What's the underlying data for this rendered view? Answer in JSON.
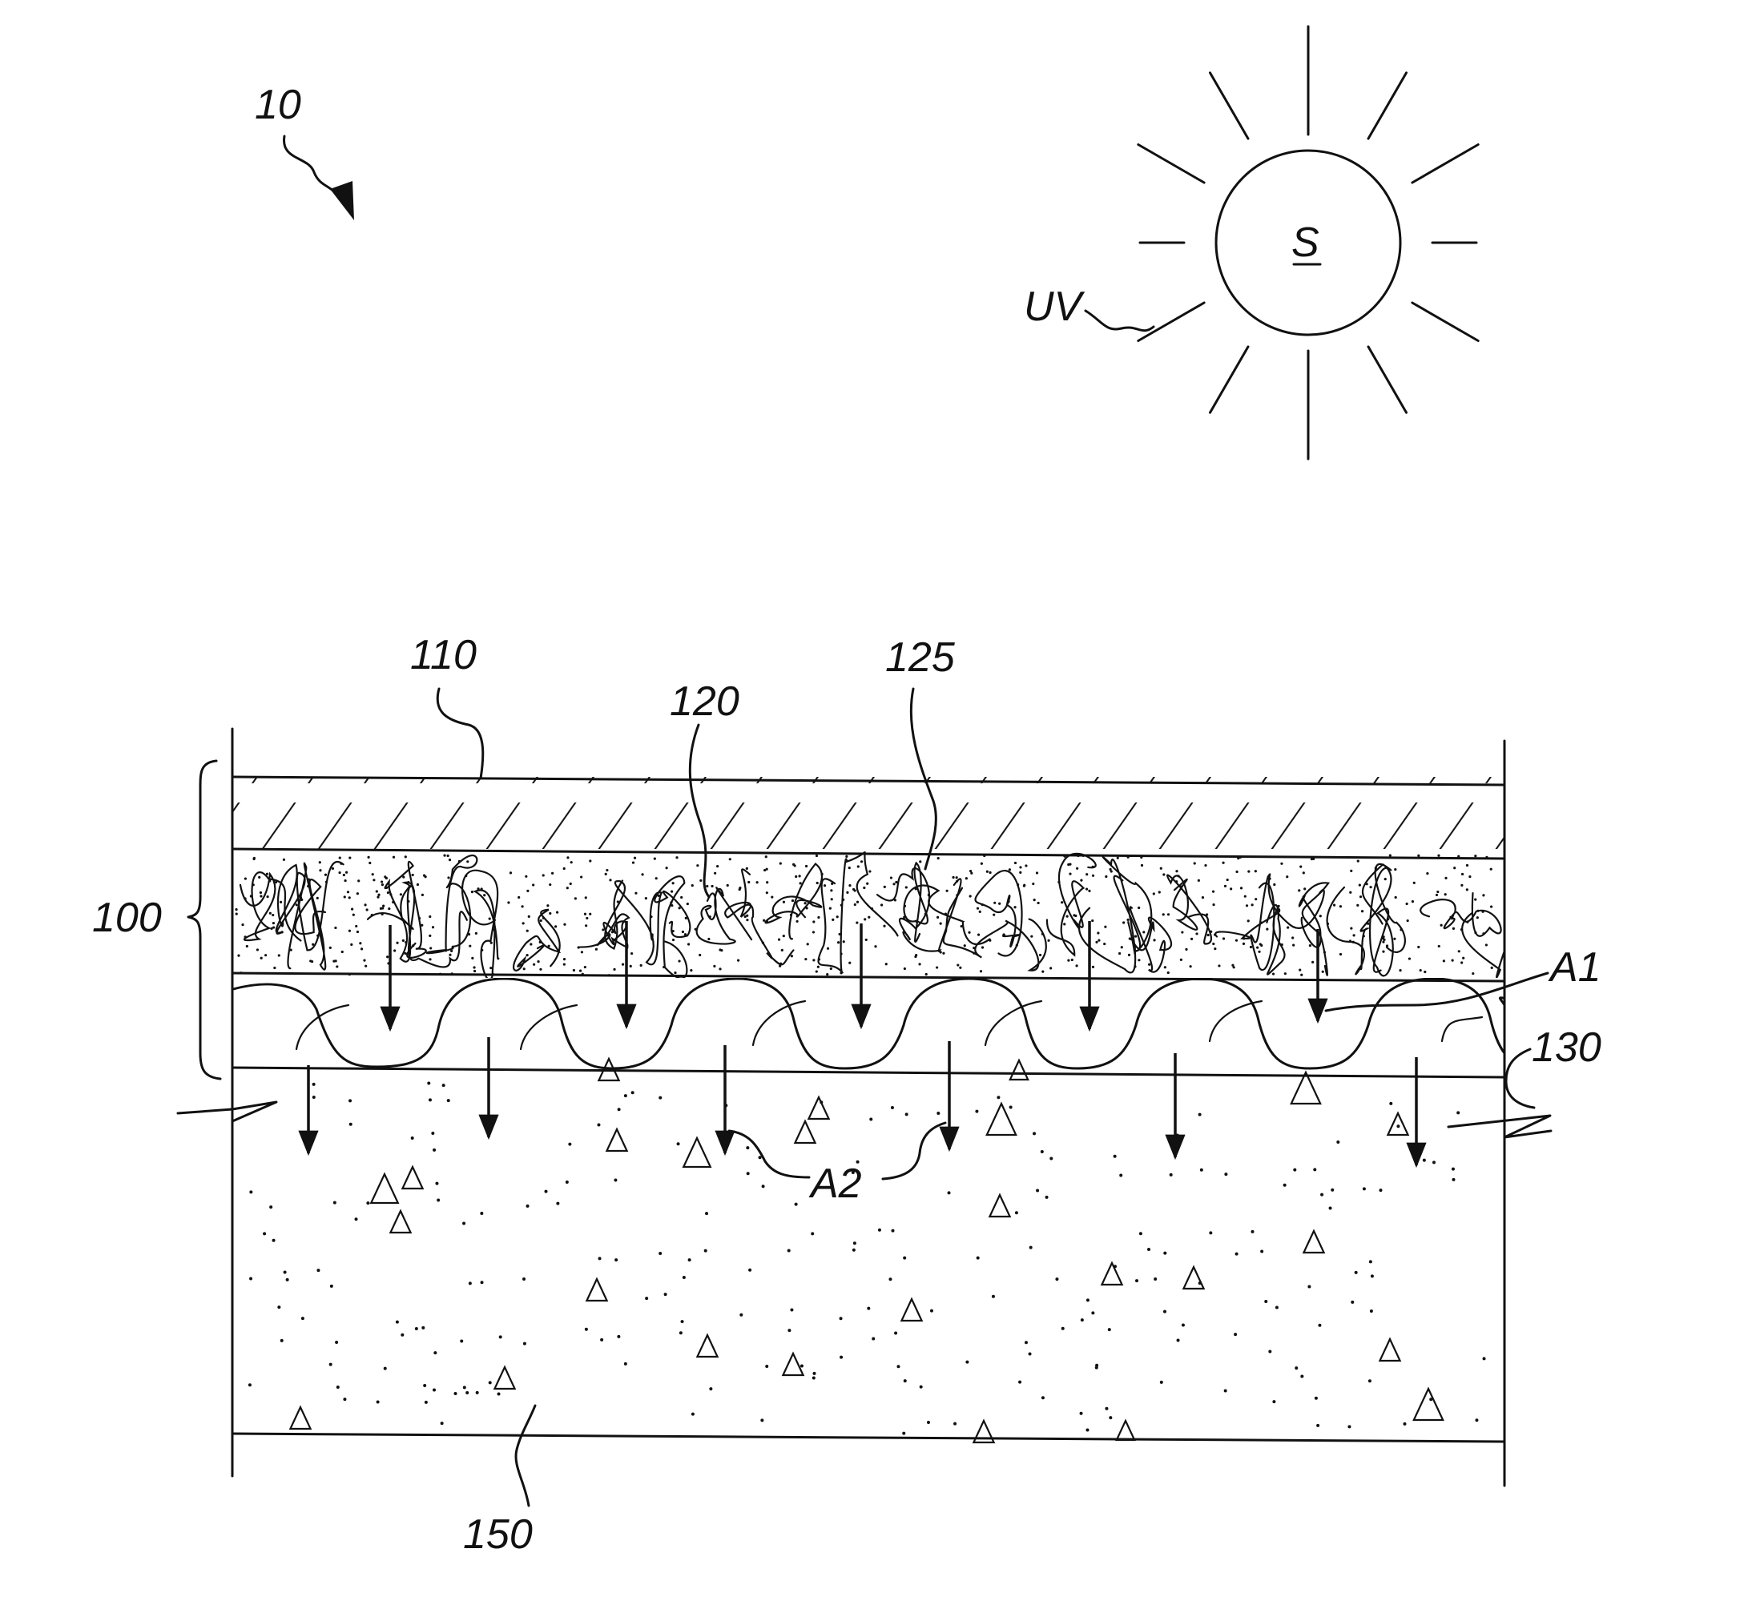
{
  "labels": {
    "figure": "10",
    "sun": "S",
    "uv": "UV",
    "assembly": "100",
    "top_layer": "110",
    "middle_layer": "120",
    "particles": "125",
    "wave_layer": "130",
    "substrate": "150",
    "arrow_a1": "A1",
    "arrow_a2": "A2"
  },
  "colors": {
    "ink": "#111111",
    "background": "#ffffff"
  }
}
